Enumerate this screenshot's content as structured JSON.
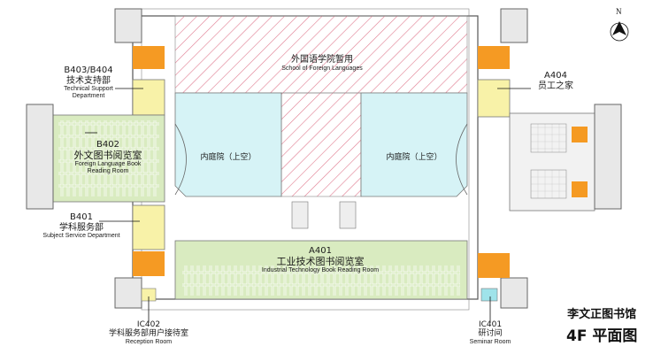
{
  "compass": {
    "label": "N",
    "icon": "north-arrow-icon"
  },
  "sheet_title": {
    "building": "李文正图书馆",
    "floor_plan": "4F 平面图"
  },
  "areas": {
    "school_foreign_languages": {
      "cn": "外国语学院暂用",
      "en": "School of Foreign Languages"
    },
    "courtyard_left": {
      "cn": "内庭院（上空）"
    },
    "courtyard_right": {
      "cn": "内庭院（上空）"
    },
    "b403_b404": {
      "code": "B403/B404",
      "cn": "技术支持部",
      "en_line1": "Technical Support",
      "en_line2": "Department"
    },
    "b402": {
      "code": "B402",
      "cn": "外文图书阅览室",
      "en_line1": "Foreign Language Book",
      "en_line2": "Reading Room"
    },
    "b401": {
      "code": "B401",
      "cn": "学科服务部",
      "en": "Subject Service Department"
    },
    "a404": {
      "code": "A404",
      "cn": "员工之家"
    },
    "a401": {
      "code": "A401",
      "cn": "工业技术图书阅览室",
      "en": "Industrial Technology Book Reading Room"
    },
    "ic402": {
      "code": "IC402",
      "cn": "学科服务部用户接待室",
      "en": "Reception Room"
    },
    "ic401": {
      "code": "IC401",
      "cn": "研讨间",
      "en": "Seminar Room"
    }
  },
  "colors": {
    "restroom": "#f59a23",
    "reading_room": "#d9ebc0",
    "office": "#f8f2a8",
    "courtyard": "#d6f3f6",
    "hatch": "#e06f86",
    "seminar": "#9fe3ea",
    "wall": "#666666"
  },
  "icons": [
    "north-arrow-icon",
    "restroom-icon",
    "stair-icon",
    "elevator-icon"
  ]
}
